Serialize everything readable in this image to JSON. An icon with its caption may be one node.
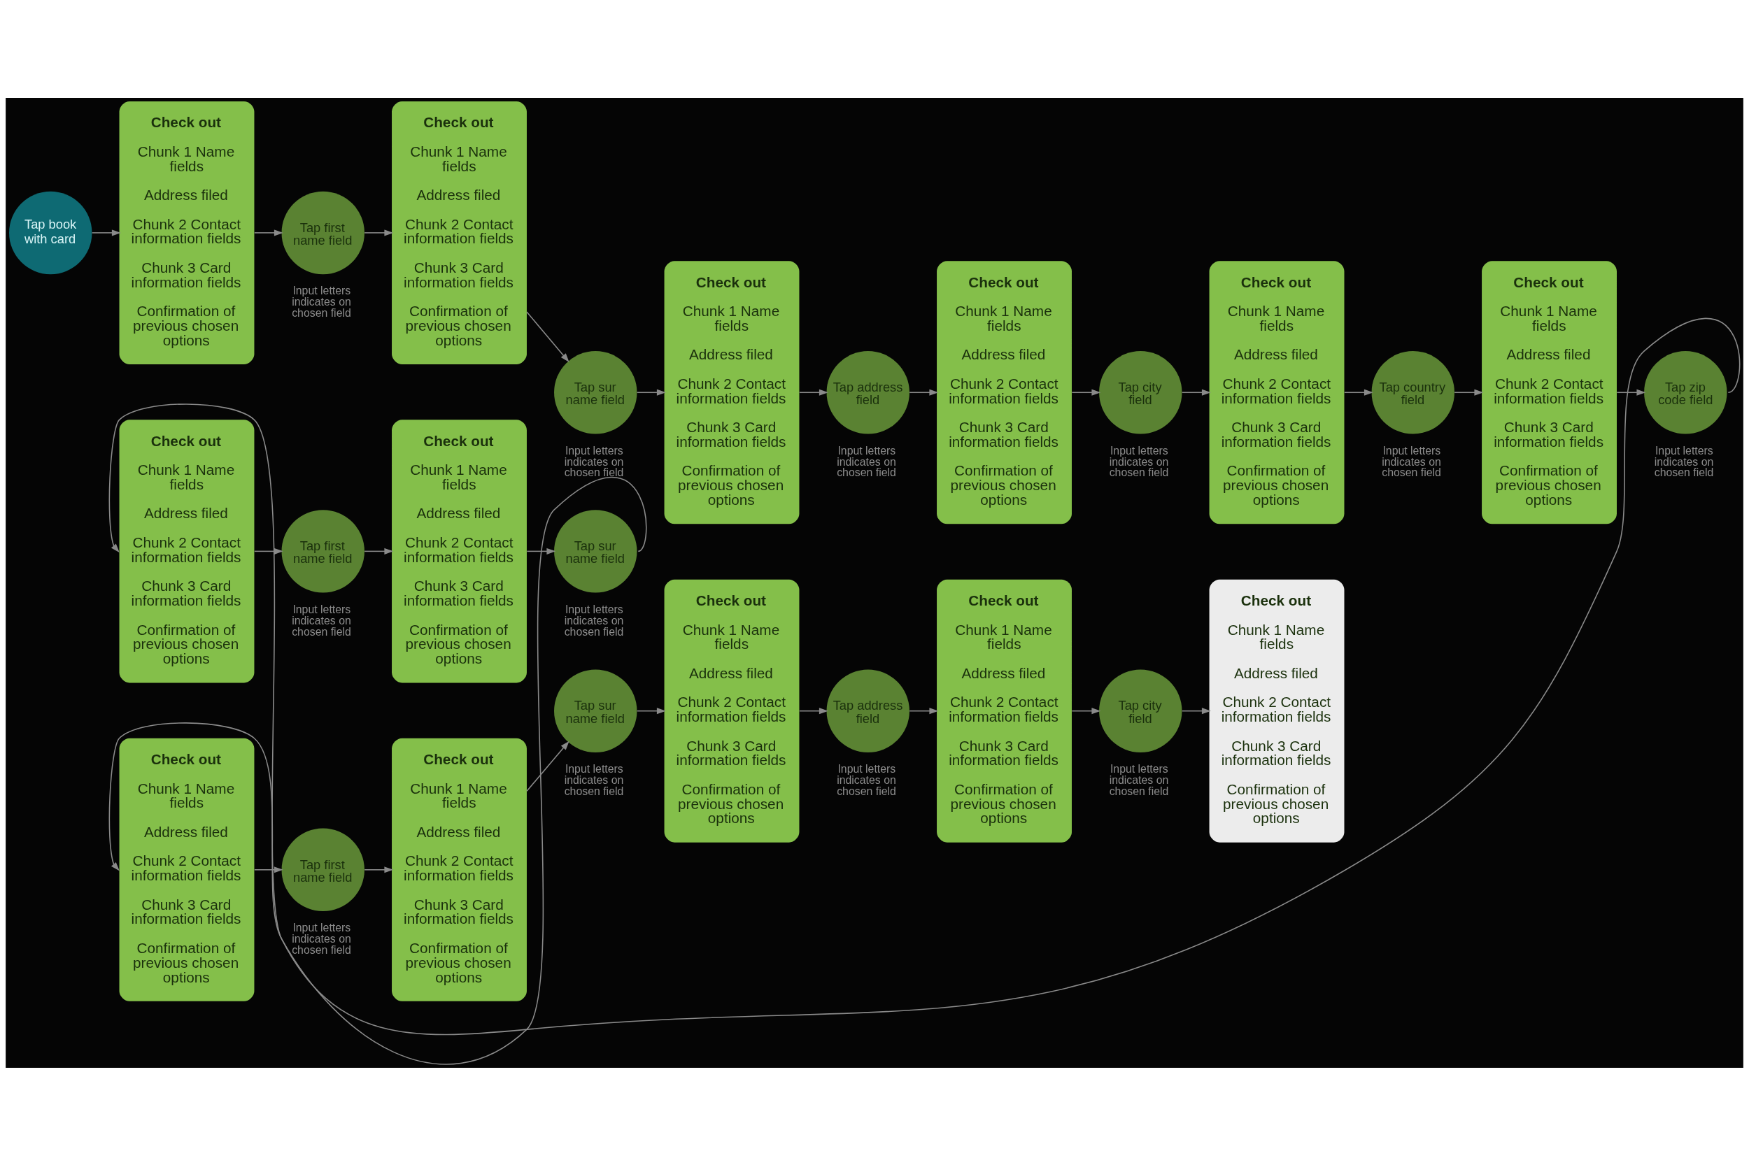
{
  "diagram": {
    "nodes": [
      {
        "text": [
          "Tap book with card"
        ]
      },
      {
        "text": [
          "Check out",
          "Chunk 1 Name fields",
          "Address filed",
          "Chunk 2 Contact information fields",
          "Chunk 3 Card information fields",
          "Confirmation of previous chosen options"
        ]
      },
      {
        "text": [
          "Tap first name field"
        ],
        "beside": [
          "Input letters indicates on chosen field"
        ]
      },
      {
        "text": [
          "Check out",
          "Chunk 1 Name fields",
          "Address filed",
          "Chunk 2 Contact information fields",
          "Chunk 3 Card information fields",
          "Confirmation of previous chosen options"
        ]
      },
      {
        "text": [
          "Tap sur name field"
        ],
        "beside": [
          "Input letters indicates on chosen field"
        ]
      },
      {
        "text": [
          "Check out",
          "Chunk 1 Name fields",
          "Address filed",
          "Chunk 2 Contact information fields",
          "Chunk 3 Card information fields",
          "Confirmation of previous chosen options"
        ]
      },
      {
        "text": [
          "Tap address field"
        ],
        "beside": [
          "Input letters indicates on chosen field"
        ]
      },
      {
        "text": [
          "Check out",
          "Chunk 1 Name fields",
          "Address filed",
          "Chunk 2 Contact information fields",
          "Chunk 3 Card information fields",
          "Confirmation of previous chosen options"
        ]
      },
      {
        "text": [
          "Tap city field"
        ],
        "beside": [
          "Input letters indicates on chosen field"
        ]
      },
      {
        "text": [
          "Check out",
          "Chunk 1 Name fields",
          "Address filed",
          "Chunk 2 Contact information fields",
          "Chunk 3 Card information fields",
          "Confirmation of previous chosen options"
        ]
      },
      {
        "text": [
          "Tap country field"
        ],
        "beside": [
          "Input letters indicates on chosen field"
        ]
      },
      {
        "text": [
          "Check out",
          "Chunk 1 Name fields",
          "Address filed",
          "Chunk 2 Contact information fields",
          "Chunk 3 Card information fields",
          "Confirmation of previous chosen options"
        ]
      },
      {
        "text": [
          "Tap zip code field"
        ],
        "beside": [
          "Input letters indicates on chosen field"
        ]
      },
      {
        "text": [
          "Check out",
          "Chunk 1 Name fields",
          "Address filed",
          "Chunk 2 Contact information fields",
          "Chunk 3 Card information fields",
          "Confirmation of previous chosen options"
        ]
      },
      {
        "text": [
          "Tap first name field"
        ],
        "beside": [
          "Input letters indicates on chosen field"
        ]
      },
      {
        "text": [
          "Check out",
          "Chunk 1 Name fields",
          "Address filed",
          "Chunk 2 Contact information fields",
          "Chunk 3 Card information fields",
          "Confirmation of previous chosen options"
        ]
      },
      {
        "text": [
          "Tap sur name field"
        ],
        "beside": [
          "Input letters indicates on chosen field"
        ]
      },
      {
        "text": [
          "Check out",
          "Chunk 1 Name fields",
          "Address filed",
          "Chunk 2 Contact information fields",
          "Chunk 3 Card information fields",
          "Confirmation of previous chosen options"
        ]
      },
      {
        "text": [
          "Tap first name field"
        ],
        "beside": [
          "Input letters indicates on chosen field"
        ]
      },
      {
        "text": [
          "Check out",
          "Chunk 1 Name fields",
          "Address filed",
          "Chunk 2 Contact information fields",
          "Chunk 3 Card information fields",
          "Confirmation of previous chosen options"
        ]
      },
      {
        "text": [
          "Tap sur name field"
        ],
        "beside": [
          "Input letters indicates on chosen field"
        ]
      },
      {
        "text": [
          "Check out",
          "Chunk 1 Name fields",
          "Address filed",
          "Chunk 2 Contact information fields",
          "Chunk 3 Card information fields",
          "Confirmation of previous chosen options"
        ]
      },
      {
        "text": [
          "Tap address field"
        ],
        "beside": [
          "Input letters indicates on chosen field"
        ]
      },
      {
        "text": [
          "Check out",
          "Chunk 1 Name fields",
          "Address filed",
          "Chunk 2 Contact information fields",
          "Chunk 3 Card information fields",
          "Confirmation of previous chosen options"
        ]
      },
      {
        "text": [
          "Tap city field"
        ],
        "beside": [
          "Input letters indicates on chosen field"
        ]
      },
      {
        "text": [
          "Check out",
          "Chunk 1 Name fields",
          "Address filed",
          "Chunk 2 Contact information fields",
          "Chunk 3 Card information fields",
          "Confirmation of previous chosen options"
        ]
      }
    ],
    "edges": [
      {
        "from": 0,
        "to": 1,
        "arrow": "to"
      },
      {
        "from": 1,
        "to": 2,
        "arrow": "to"
      },
      {
        "from": 2,
        "to": 3,
        "arrow": "to"
      },
      {
        "from": 3,
        "to": 4,
        "arrow": "to"
      },
      {
        "from": 4,
        "to": 5,
        "arrow": "to"
      },
      {
        "from": 5,
        "to": 6,
        "arrow": "to"
      },
      {
        "from": 6,
        "to": 7,
        "arrow": "to"
      },
      {
        "from": 7,
        "to": 8,
        "arrow": "to"
      },
      {
        "from": 8,
        "to": 9,
        "arrow": "to"
      },
      {
        "from": 9,
        "to": 10,
        "arrow": "to"
      },
      {
        "from": 10,
        "to": 11,
        "arrow": "to"
      },
      {
        "from": 11,
        "to": 12,
        "arrow": "to"
      },
      {
        "from": 12,
        "to": 13,
        "arrow": "to"
      },
      {
        "from": 13,
        "to": 14,
        "arrow": "to"
      },
      {
        "from": 14,
        "to": 15,
        "arrow": "to"
      },
      {
        "from": 15,
        "to": 16,
        "arrow": "to"
      },
      {
        "from": 16,
        "to": 17,
        "arrow": "to"
      },
      {
        "from": 17,
        "to": 18,
        "arrow": "to"
      },
      {
        "from": 18,
        "to": 19,
        "arrow": "to"
      },
      {
        "from": 19,
        "to": 20,
        "arrow": "to"
      },
      {
        "from": 20,
        "to": 21,
        "arrow": "to"
      },
      {
        "from": 21,
        "to": 22,
        "arrow": "to"
      },
      {
        "from": 22,
        "to": 23,
        "arrow": "to"
      },
      {
        "from": 23,
        "to": 24,
        "arrow": "to"
      },
      {
        "from": 24,
        "to": 25,
        "arrow": "to"
      }
    ]
  }
}
